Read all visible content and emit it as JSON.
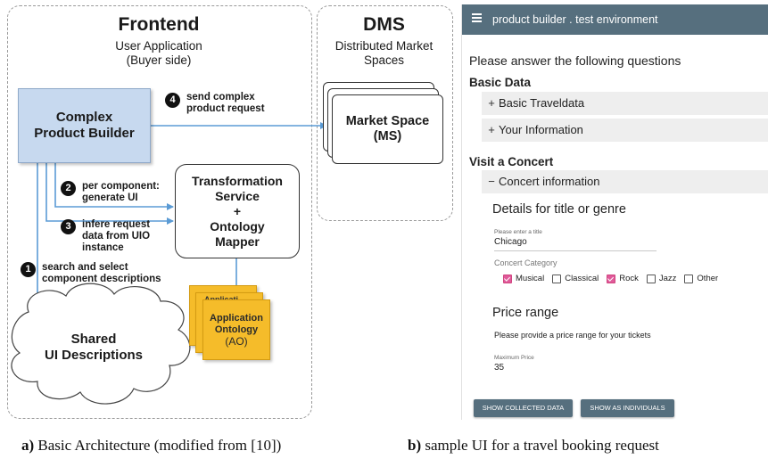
{
  "frontend": {
    "title": "Frontend",
    "subtitle_line1": "User Application",
    "subtitle_line2": "(Buyer side)",
    "builder_line1": "Complex",
    "builder_line2": "Product Builder",
    "transform_line1": "Transformation",
    "transform_line2": "Service",
    "transform_plus": "+",
    "transform_line3": "Ontology",
    "transform_line4": "Mapper",
    "ontology_hidden": "Applicati",
    "ontology_line1": "Application",
    "ontology_line2": "Ontology",
    "ontology_line3": "(AO)",
    "cloud_line1": "Shared",
    "cloud_line2": "UI Descriptions"
  },
  "dms": {
    "title": "DMS",
    "subtitle_line1": "Distributed Market",
    "subtitle_line2": "Spaces",
    "market_line1": "Market Space",
    "market_line2": "(MS)"
  },
  "steps": [
    {
      "num": "1",
      "line1": "search and select",
      "line2": "component descriptions"
    },
    {
      "num": "2",
      "line1": "per component:",
      "line2": "generate UI"
    },
    {
      "num": "3",
      "line1": "infere request",
      "line2": "data from UIO",
      "line3": "instance"
    },
    {
      "num": "4",
      "line1": "send complex",
      "line2": "product request"
    }
  ],
  "ui": {
    "app_title": "product builder . test environment",
    "heading": "Please answer the following questions",
    "section1": "Basic Data",
    "panel_basic": "Basic Traveldata",
    "panel_info": "Your Information",
    "section2": "Visit a Concert",
    "panel_concert": "Concert information",
    "sign_plus": "+",
    "sign_minus": "−",
    "details_heading": "Details for title or genre",
    "title_label": "Please enter a title",
    "title_value": "Chicago",
    "category_label": "Concert Category",
    "categories": [
      {
        "label": "Musical",
        "checked": true
      },
      {
        "label": "Classical",
        "checked": false
      },
      {
        "label": "Rock",
        "checked": true
      },
      {
        "label": "Jazz",
        "checked": false
      },
      {
        "label": "Other",
        "checked": false
      }
    ],
    "price_heading": "Price range",
    "price_text": "Please provide a price range for your tickets",
    "max_price_label": "Maximum Price",
    "max_price_value": "35",
    "btn_collected": "SHOW COLLECTED DATA",
    "btn_individuals": "SHOW AS INDIVIDUALS",
    "accent_color": "#e05a9a",
    "bar_color": "#566f7e"
  },
  "captions": {
    "a_label": "a)",
    "a_text": " Basic Architecture (modified from [10])",
    "b_label": "b)",
    "b_text": " sample UI for a travel booking request"
  }
}
